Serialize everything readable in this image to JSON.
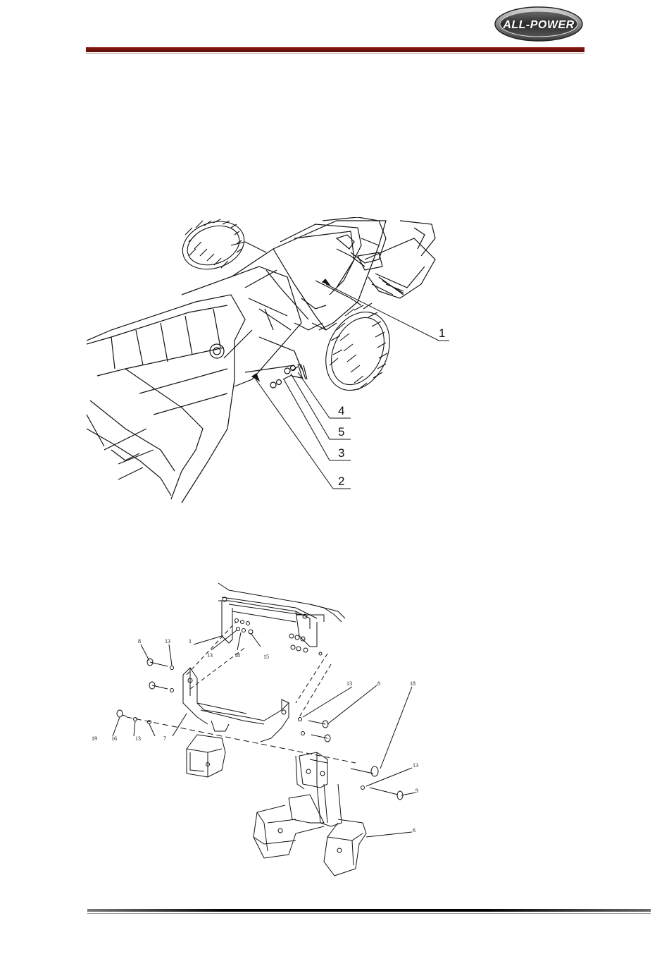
{
  "header": {
    "logo_text": "ALL-POWER",
    "brand_color": "#8b1a12"
  },
  "figure1": {
    "callouts": [
      "1",
      "4",
      "5",
      "3",
      "2"
    ]
  },
  "figure2": {
    "callouts": [
      "8",
      "13",
      "1",
      "13",
      "18",
      "15",
      "13",
      "8",
      "18",
      "13",
      "9",
      "19",
      "16",
      "13",
      "7",
      "6"
    ]
  }
}
